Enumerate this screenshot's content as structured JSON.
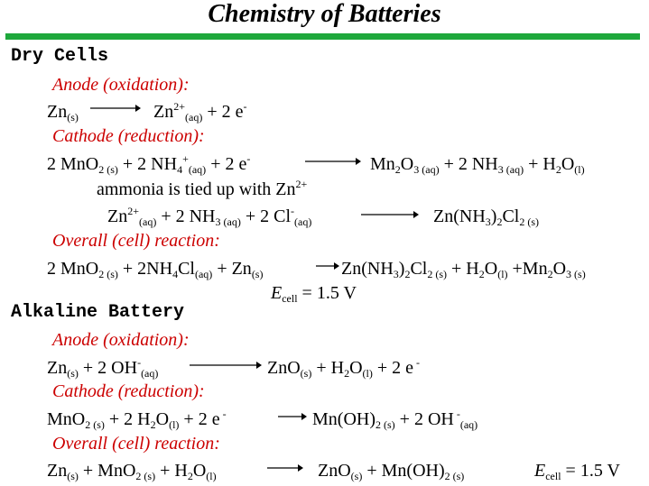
{
  "title": "Chemistry of Batteries",
  "colors": {
    "rule": "#1ea83c",
    "label": "#cc0000",
    "text": "#000000"
  },
  "sections": [
    {
      "heading": "Dry Cells",
      "anode_label": "Anode (oxidation):",
      "cathode_label": "Cathode (reduction):",
      "overall_label": "Overall (cell) reaction:",
      "note": "ammonia is tied up with Zn",
      "ecell": "= 1.5 V"
    },
    {
      "heading": "Alkaline Battery",
      "anode_label": "Anode (oxidation):",
      "cathode_label": "Cathode (reduction):",
      "overall_label": "Overall (cell) reaction:",
      "ecell": "= 1.5 V"
    }
  ],
  "ecell_symbol": "E",
  "ecell_sub": "cell"
}
